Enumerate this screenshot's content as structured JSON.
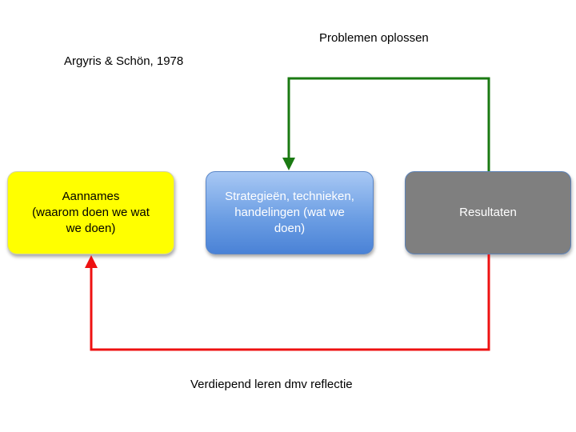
{
  "citation": "Argyris & Schön, 1978",
  "loops": {
    "single_loop_label": "Problemen oplossen",
    "double_loop_label": "Verdiepend leren dmv reflectie"
  },
  "boxes": {
    "assumptions": {
      "lines": [
        "Aannames",
        "(waarom doen we wat",
        "we doen)"
      ]
    },
    "strategies": {
      "lines": [
        "Strategieën, technieken,",
        "handelingen (wat we",
        "doen)"
      ]
    },
    "results": {
      "lines": [
        "Resultaten"
      ]
    }
  },
  "colors": {
    "assumptions_fill": "#ffff00",
    "strategies_fill": "#6d9fe4",
    "results_fill": "#7f7f7f",
    "single_loop_arrow": "#1a7a12",
    "double_loop_arrow": "#ee1111"
  }
}
